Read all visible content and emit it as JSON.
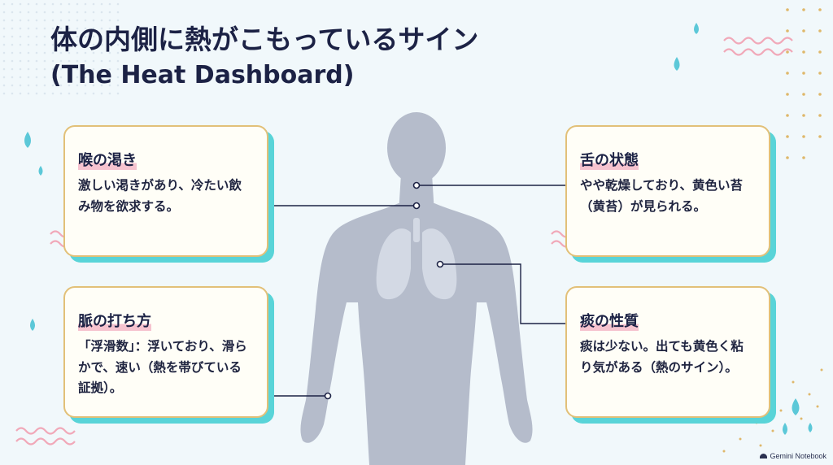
{
  "title": {
    "line1": "体の内側に熱がこもっているサイン",
    "line2": "(The Heat Dashboard)"
  },
  "cards": {
    "thirst": {
      "title": "喉の渇き",
      "text": "激しい渇きがあり、冷たい飲み物を欲求する。"
    },
    "pulse": {
      "title": "脈の打ち方",
      "text": "「浮滑数」：浮いており、滑らかで、速い（熱を帯びている証拠）。"
    },
    "tongue": {
      "title": "舌の状態",
      "text": "やや乾燥しており、黄色い苔（黄苔）が見られる。"
    },
    "phlegm": {
      "title": "痰の性質",
      "text": "痰は少ない。出ても黄色く粘り気がある（熱のサイン）。"
    }
  },
  "watermark": "Gemini Notebook",
  "colors": {
    "body_silhouette": "#b5bccb",
    "lungs": "#d3d9e4",
    "card_border": "#e2c078",
    "card_shadow": "#59d4d8",
    "highlight": "#f6c3cf",
    "wave": "#f1a9b9",
    "drop": "#5cc8d8",
    "dots": "#dfb86b",
    "connector": "#1c2245"
  }
}
